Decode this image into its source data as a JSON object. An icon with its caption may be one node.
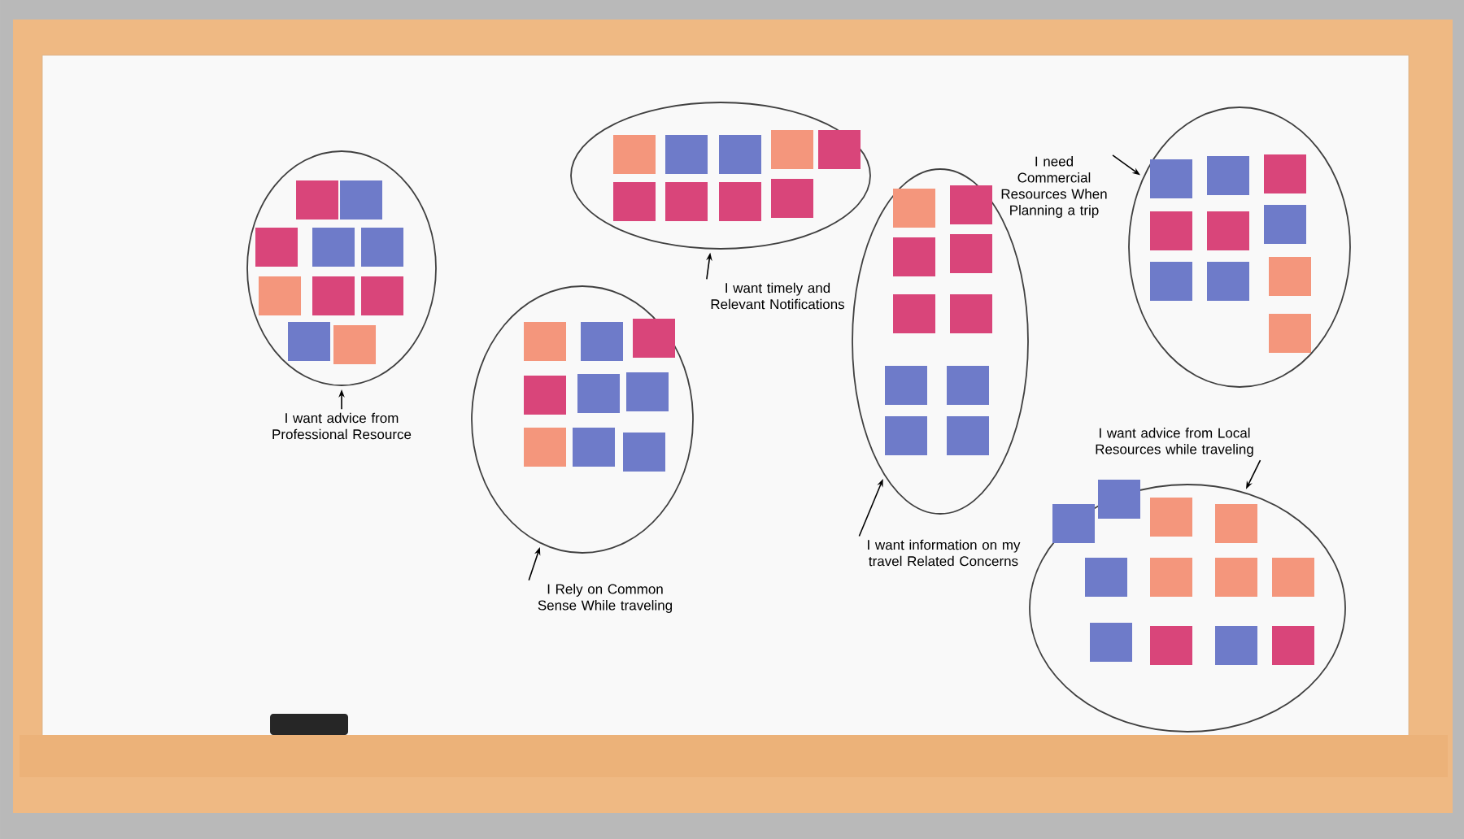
{
  "diagram": {
    "nodes": [
      {
        "text": [],
        "shape": "circle"
      },
      {
        "text": [],
        "shape": "circle"
      },
      {
        "text": [],
        "shape": "circle"
      },
      {
        "text": [],
        "shape": "circle"
      },
      {
        "text": [],
        "shape": "circle"
      },
      {
        "text": [],
        "shape": "circle"
      },
      {
        "text": [
          "I want advice from Professional Resource"
        ]
      },
      {
        "text": [
          "I want timely and Relevant Notifications"
        ]
      },
      {
        "text": [
          "I Rely on Common Sense While traveling"
        ]
      },
      {
        "text": [
          "I want information on my travel Related Concerns"
        ]
      },
      {
        "text": [
          "I need Commercial Resources When Planning a trip"
        ]
      },
      {
        "text": [
          "I want advice from Local Resources while traveling"
        ]
      }
    ],
    "edges": [
      {
        "from": 6,
        "to": 0,
        "arrow": "to"
      },
      {
        "from": 7,
        "to": 1,
        "arrow": "to"
      },
      {
        "from": 8,
        "to": 2,
        "arrow": "to"
      },
      {
        "from": 9,
        "to": 3,
        "arrow": "to"
      },
      {
        "from": 10,
        "to": 4,
        "arrow": "to"
      },
      {
        "from": 11,
        "to": 5,
        "arrow": "to"
      }
    ]
  }
}
